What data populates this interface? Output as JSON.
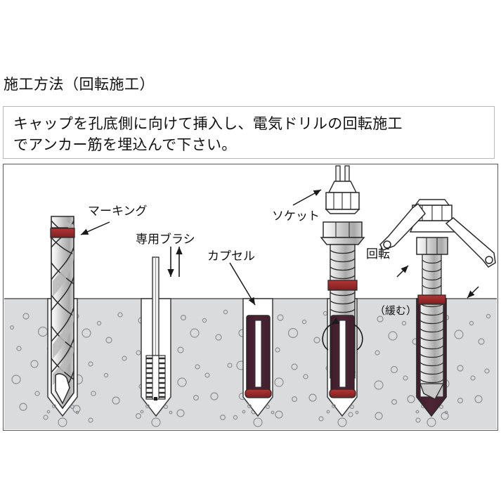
{
  "page": {
    "title": "施工方法（回転施工）",
    "background_color": "#ffffff"
  },
  "instruction": {
    "line1": "キャップを孔底側に向けて挿入し、電気ドリルの回転施工",
    "line2": "でアンカー筋を埋込んで下さい。"
  },
  "diagram": {
    "labels": {
      "marking": "マーキング",
      "brush": "専用ブラシ",
      "capsule": "カプセル",
      "socket": "ソケット",
      "rotation": "回転",
      "loosen": "（緩む）"
    },
    "colors": {
      "concrete": "#d9dbdd",
      "concrete_stroke": "#585858",
      "steel_light": "#e6e6e6",
      "steel_mid": "#bdbdbd",
      "steel_dark": "#9a9a9a",
      "marking_red": "#9e2b2b",
      "capsule_purple": "#4a2233",
      "resin_dark": "#4a2233",
      "outline": "#2b2b2b",
      "box_border": "#5a5a5a",
      "instr_border": "#b9b9b9"
    },
    "steps": [
      {
        "id": "step-1",
        "name": "drill-bit-in-hole",
        "label_key": "marking"
      },
      {
        "id": "step-2",
        "name": "cleaning-brush-in-hole",
        "label_key": "brush"
      },
      {
        "id": "step-3",
        "name": "capsule-in-hole",
        "label_key": "capsule"
      },
      {
        "id": "step-4",
        "name": "anchor-rod-with-socket",
        "label_key": "socket"
      },
      {
        "id": "step-5",
        "name": "anchor-set-with-wrenches",
        "label_key": "loosen"
      }
    ]
  }
}
